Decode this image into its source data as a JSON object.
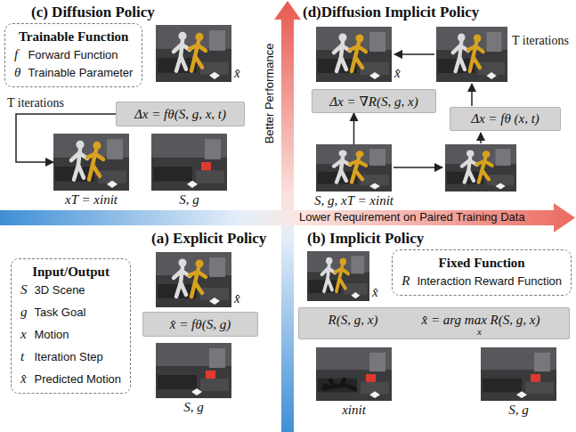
{
  "diagram": {
    "nodes": [
      {
        "text": [
          "Trainable Function",
          "f",
          "Forward Function",
          "θ",
          "Trainable Parameter"
        ]
      },
      {
        "text": [
          "x̂"
        ]
      },
      {
        "text": [
          "Δx = fθ(S, g, x, t)"
        ]
      },
      {
        "text": [
          "xT = xinit"
        ]
      },
      {
        "text": [
          "S, g"
        ]
      },
      {
        "text": [
          "x̂"
        ]
      },
      {
        "text": [
          "Δx = ∇R(S, g, x)"
        ]
      },
      {
        "text": [
          "Δx = fθ (x, t)"
        ]
      },
      {
        "text": [
          "S, g, xT = xinit"
        ]
      },
      {
        "text": [
          "Input/Output",
          "S",
          "3D Scene",
          "g",
          "Task Goal",
          "x",
          "Motion",
          "t",
          "Iteration Step",
          "x̂",
          "Predicted Motion"
        ]
      },
      {
        "text": [
          "x̂"
        ]
      },
      {
        "text": [
          "x̂ = fθ(S, g)"
        ]
      },
      {
        "text": [
          "S, g"
        ]
      },
      {
        "text": [
          "Fixed Function",
          "R",
          "Interaction Reward Function"
        ]
      },
      {
        "text": [
          "x̂"
        ]
      },
      {
        "text": [
          "R(S, g, x)",
          "x̂ = arg max R(S, g, x)",
          "x"
        ]
      },
      {
        "text": [
          "xinit"
        ]
      },
      {
        "text": [
          "S, g"
        ]
      }
    ],
    "edges": [
      {
        "from": 2,
        "to": 3,
        "label": "T iterations",
        "arrow": "to"
      },
      {
        "from": 8,
        "to": 6,
        "arrow": "to"
      }
    ],
    "labels": [
      "(c) Diffusion Policy",
      "(d)Diffusion Implicit Policy",
      "Better Performance",
      "Lower Requirement on Paired Training Data",
      "(a) Explicit Policy",
      "(b) Implicit Policy",
      "T iterations"
    ]
  }
}
